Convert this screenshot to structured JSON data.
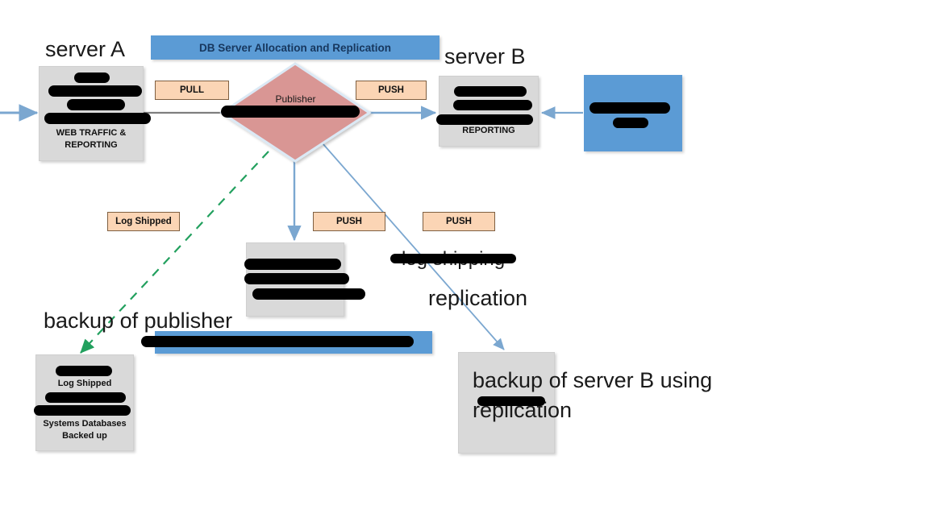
{
  "title_banner": {
    "label": "DB Server Allocation and Replication"
  },
  "dr_banner": {
    "label": ""
  },
  "labels": {
    "server_a": "server A",
    "server_b": "server B",
    "backup_of_publisher": "backup of publisher",
    "log_shipping_struck": "log shipping",
    "replication": "replication",
    "backup_server_b_line1": "backup of server B using",
    "backup_server_b_line2": "replication"
  },
  "connector_tags": [
    {
      "name": "pull-tag",
      "label": "PULL"
    },
    {
      "name": "push-tag-server-b",
      "label": "PUSH"
    },
    {
      "name": "log-shipped-tag",
      "label": "Log Shipped"
    },
    {
      "name": "push-tag-center",
      "label": "PUSH"
    },
    {
      "name": "push-tag-right",
      "label": "PUSH"
    }
  ],
  "publisher": {
    "title": "Publisher",
    "subtitle_redacted": true
  },
  "server_a_box": {
    "visible_lines": [
      "WEB TRAFFIC &",
      "REPORTING"
    ],
    "redacted_line_count": 4
  },
  "server_b_box": {
    "visible_lines": [
      "REPORTING"
    ],
    "redacted_line_count": 3
  },
  "right_blue_box": {
    "redacted_line_count": 2
  },
  "center_box": {
    "visible_lines": [],
    "redacted_line_count": 3
  },
  "backup_publisher_box": {
    "visible_lines": [
      "Log  Shipped",
      "Systems Databases",
      "Backed up"
    ],
    "redacted_line_count": 3
  },
  "backup_server_b_box": {
    "visible_lines": [
      "backup of server B using",
      "replication"
    ],
    "redacted_line_count": 1
  },
  "colors": {
    "blue_fill": "#5b9bd5",
    "gray_fill": "#d9d9d9",
    "diamond_fill": "#d99694",
    "tag_fill": "#fbd5b5",
    "tag_border": "#7f5f41",
    "arrow_blue": "#7ba7d0",
    "arrow_green": "#22a05e",
    "arrow_gray": "#7f7f7f",
    "title_text": "#17375e",
    "redaction": "#000000"
  }
}
